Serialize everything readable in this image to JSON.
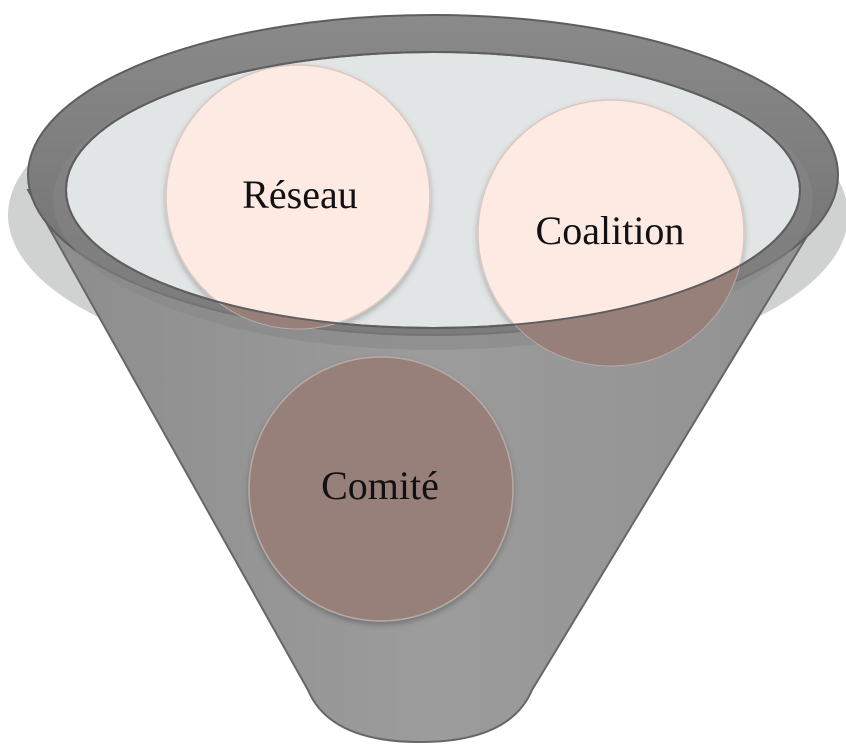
{
  "diagram": {
    "type": "funnel",
    "items": [
      {
        "label": "Réseau",
        "position": "top-left"
      },
      {
        "label": "Coalition",
        "position": "top-right"
      },
      {
        "label": "Comité",
        "position": "bottom"
      }
    ],
    "colors": {
      "funnel_body": "#999999",
      "funnel_outline": "#666666",
      "rim_outer": "#7a7a7a",
      "rim_inner": "#e2e5e5",
      "rim_shadow": "#d0d2d2",
      "light_circle": "#fdeae3",
      "dark_circle": "#977f7a",
      "circle_outline": "#b9a9a5"
    }
  }
}
